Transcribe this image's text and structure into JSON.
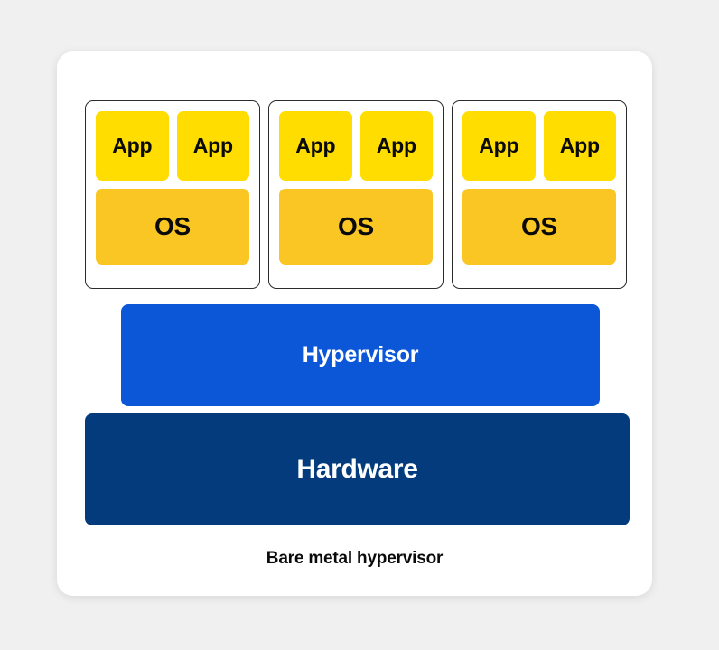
{
  "diagram": {
    "caption": "Bare metal hypervisor",
    "colors": {
      "page_background": "#f0f0f0",
      "card_background": "#ffffff",
      "app": "#ffdd00",
      "os": "#f9c623",
      "hypervisor": "#0b57d8",
      "hardware": "#033b7d",
      "vm_border": "#2b2b2b",
      "dark_text": "#0a0a0a",
      "light_text": "#ffffff"
    },
    "vms": [
      {
        "name": "vm-1",
        "apps": [
          "App",
          "App"
        ],
        "os": "OS"
      },
      {
        "name": "vm-2",
        "apps": [
          "App",
          "App"
        ],
        "os": "OS"
      },
      {
        "name": "vm-3",
        "apps": [
          "App",
          "App"
        ],
        "os": "OS"
      }
    ],
    "hypervisor_label": "Hypervisor",
    "hardware_label": "Hardware"
  }
}
